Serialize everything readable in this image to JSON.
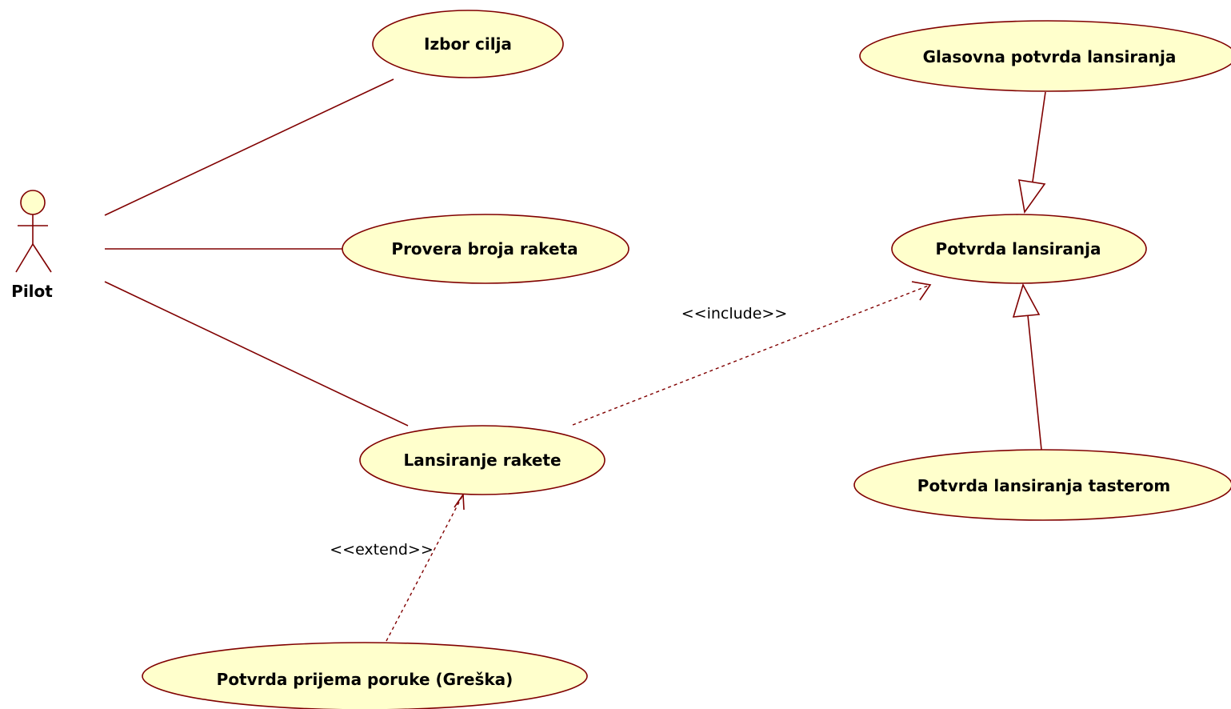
{
  "colors": {
    "usecase_fill": "#ffffcc",
    "stroke": "#800000",
    "text": "#000000",
    "background": "#ffffff"
  },
  "actor": {
    "name": "Pilot"
  },
  "use_cases": {
    "izbor_cilja": "Izbor cilja",
    "provera_broja_raketa": "Provera broja raketa",
    "lansiranje_rakete": "Lansiranje rakete",
    "potvrda_prijema_poruke": "Potvrda prijema poruke (Greška)",
    "glasovna_potvrda": "Glasovna potvrda lansiranja",
    "potvrda_lansiranja": "Potvrda lansiranja",
    "potvrda_tasterom": "Potvrda lansiranja tasterom"
  },
  "relationships": {
    "include_label": "<<include>>",
    "extend_label": "<<extend>>"
  }
}
